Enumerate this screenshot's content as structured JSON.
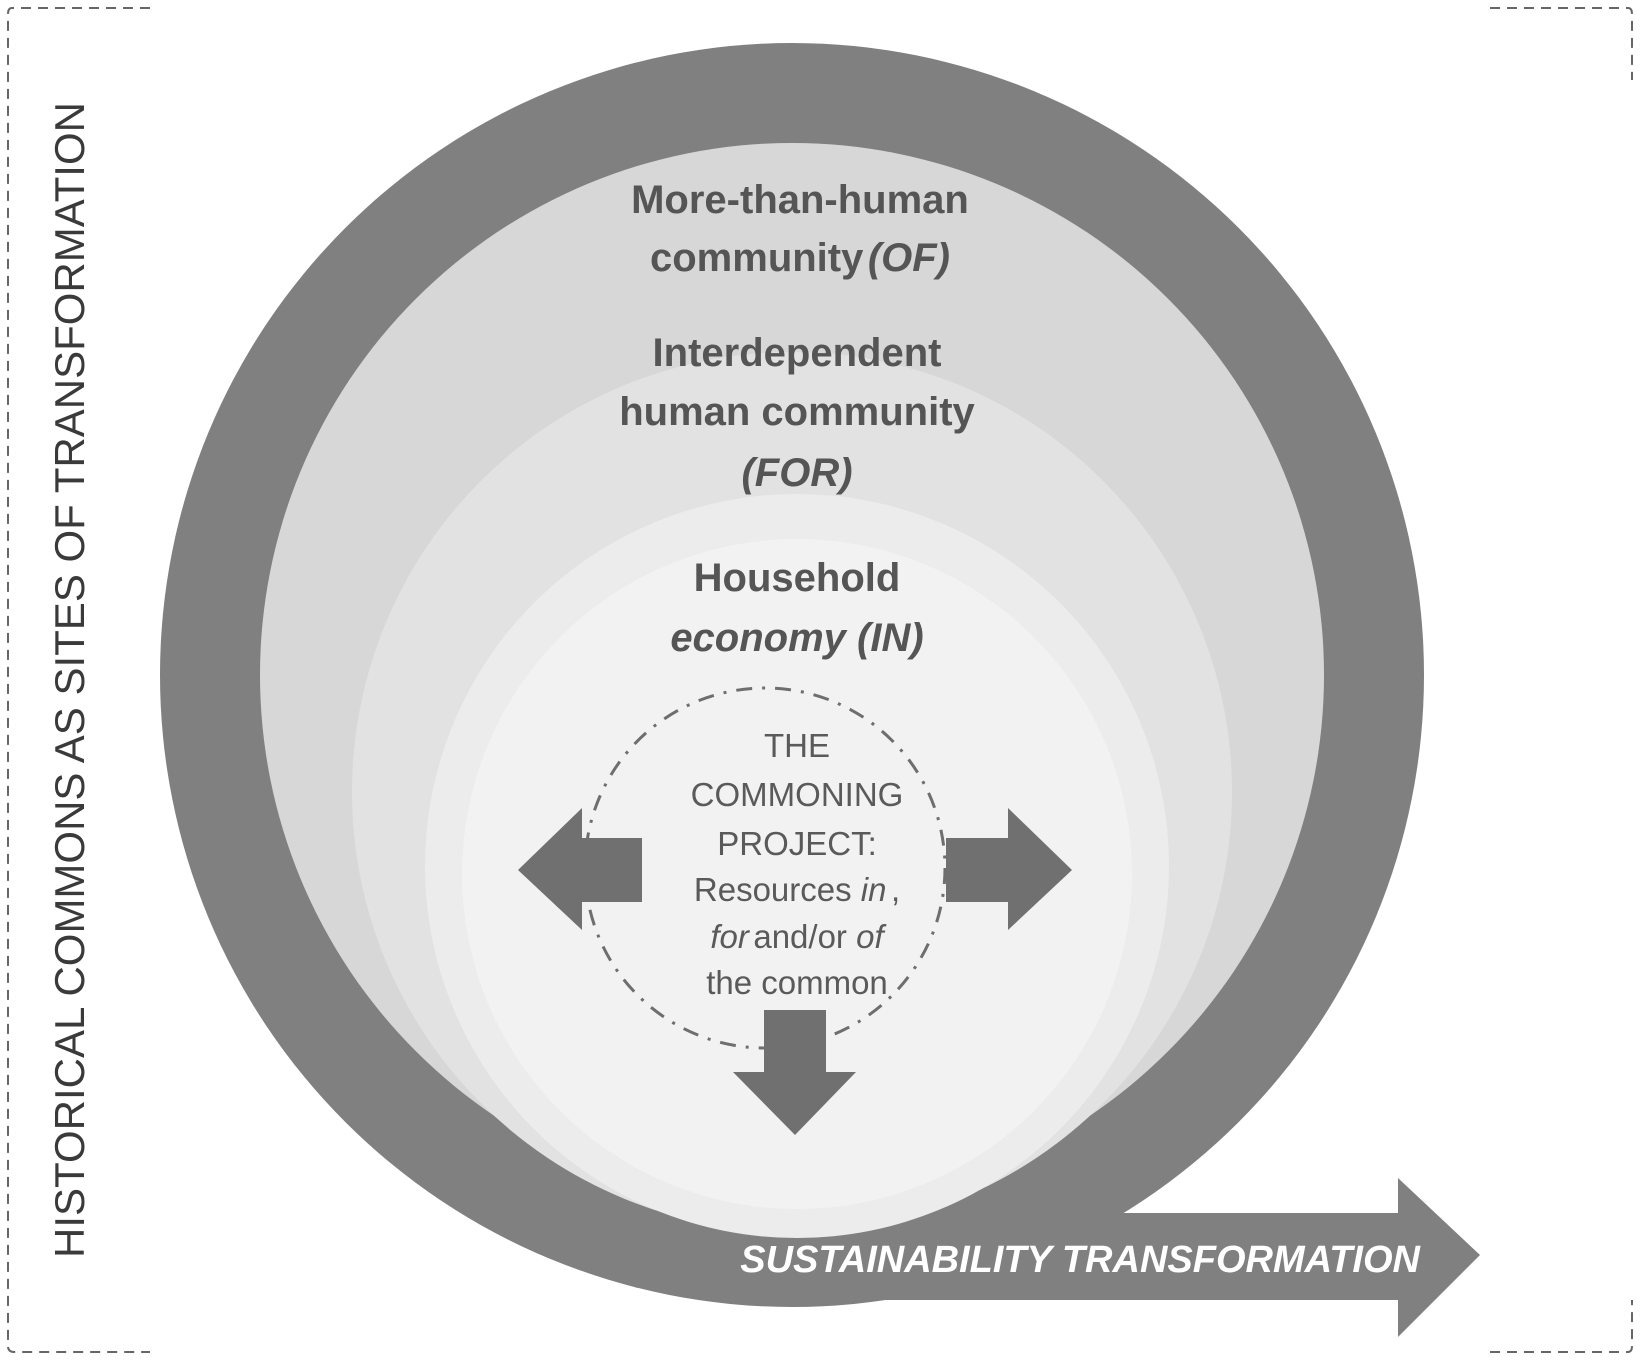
{
  "frame": {
    "side_label": "HISTORICAL COMMONS AS SITES OF TRANSFORMATION"
  },
  "rings": {
    "outer": {
      "line1": "More-than-human",
      "line2": "community",
      "tag": "(OF)"
    },
    "middle": {
      "line1": "Interdependent",
      "line2": "human community",
      "tag": "(FOR)"
    },
    "inner": {
      "line1": "Household",
      "line2": "economy (IN)"
    }
  },
  "core": {
    "line1": "THE",
    "line2": "COMMONING",
    "line3": "PROJECT:",
    "line4_a": "Resources ",
    "line4_b": "in",
    "line4_c": ",",
    "line5_a": "for",
    "line5_b": " and/or ",
    "line5_c": "of",
    "line6": "the common"
  },
  "arrow": {
    "label": "SUSTAINABILITY TRANSFORMATION"
  },
  "colors": {
    "band": "#808080",
    "ring_outer": "#d7d7d7",
    "ring_middle": "#e2e2e2",
    "ring_inner": "#ececec",
    "ring_core": "#f2f2f2",
    "arrows": "#707070"
  }
}
